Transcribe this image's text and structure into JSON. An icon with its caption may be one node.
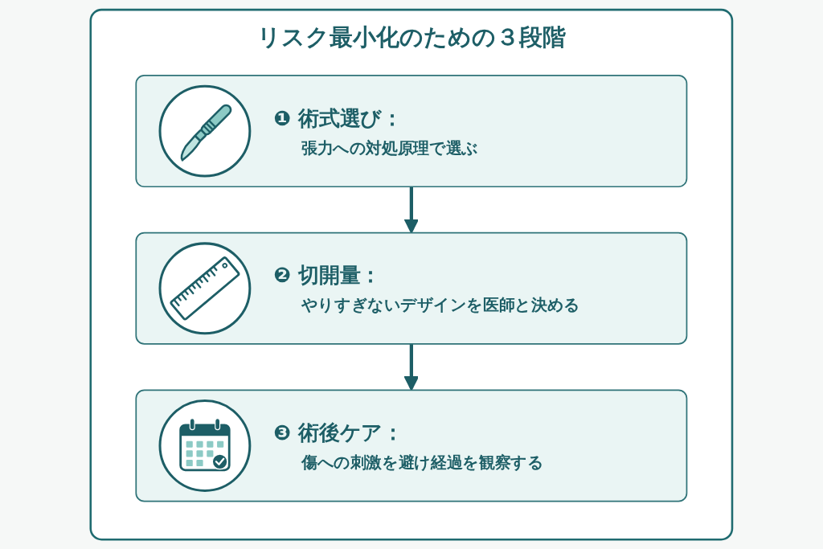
{
  "diagram": {
    "nodes": [
      {
        "text": [
          "リスク最小化のための３段階"
        ]
      },
      {
        "text": [
          "❶ 術式選び：",
          "張力への対処原理で選ぶ"
        ],
        "in": 0
      },
      {
        "text": [
          "❷ 切開量：",
          "やりすぎないデザインを医師と決める"
        ],
        "in": 0
      },
      {
        "text": [
          "❸ 術後ケア：",
          "傷への刺激を避け経過を観察する"
        ],
        "in": 0
      }
    ],
    "edges": [
      {
        "from": 1,
        "to": 2,
        "arrow": "to"
      },
      {
        "from": 2,
        "to": 3,
        "arrow": "to"
      }
    ]
  }
}
